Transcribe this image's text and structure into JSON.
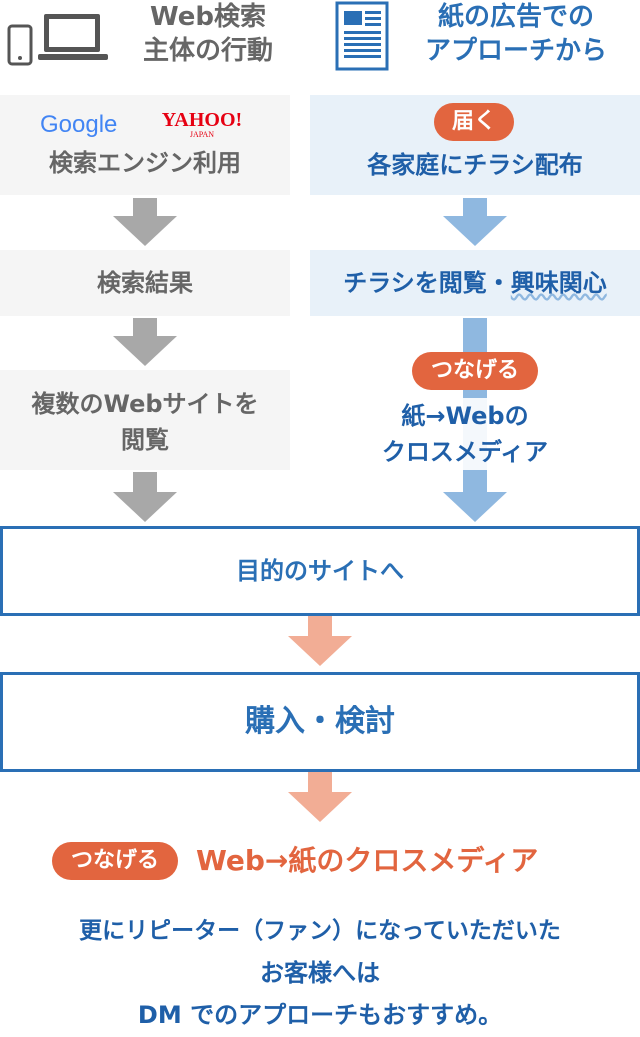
{
  "header": {
    "left_title_line1": "Web検索",
    "left_title_line2": "主体の行動",
    "right_title_line1": "紙の広告での",
    "right_title_line2": "アプローチから",
    "left_icon": "devices-icon",
    "right_icon": "newspaper-icon"
  },
  "left_flow": {
    "logo_google": "Google",
    "logo_yahoo": "YAHOO!",
    "logo_yahoo_sub": "JAPAN",
    "step1": "検索エンジン利用",
    "step2": "検索結果",
    "step3_line1": "複数のWebサイトを",
    "step3_line2": "閲覧"
  },
  "right_flow": {
    "badge1": "届く",
    "step1": "各家庭にチラシ配布",
    "step2_prefix": "チラシを閲覧・",
    "step2_highlight": "興味関心",
    "badge2": "つなげる",
    "step3_line1": "紙→Webの",
    "step3_line2": "クロスメディア"
  },
  "merged": {
    "box1": "目的のサイトへ",
    "box2": "購入・検討"
  },
  "bottom": {
    "badge": "つなげる",
    "headline": "Web→紙のクロスメディア",
    "message_line1": "更にリピーター（ファン）になっていただいた",
    "message_line2": "お客様へは",
    "message_line3": "DM でのアプローチもおすすめ。"
  },
  "colors": {
    "blue": "#2a6fb5",
    "light_blue_arrow": "#8fb8e0",
    "gray_arrow": "#a8a8a8",
    "salmon_arrow": "#f2ad95",
    "orange": "#e2653f"
  }
}
